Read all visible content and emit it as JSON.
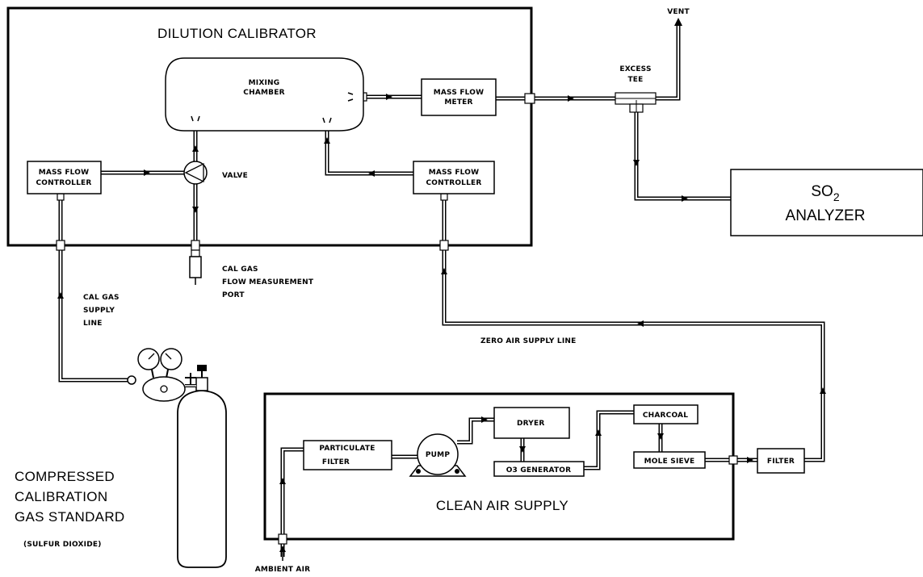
{
  "labels": {
    "dilution_calibrator": "DILUTION  CALIBRATOR",
    "mixing_chamber_l1": "MIXING",
    "mixing_chamber_l2": "CHAMBER",
    "mass_flow_meter_l1": "MASS FLOW",
    "mass_flow_meter_l2": "METER",
    "vent": "VENT",
    "excess_tee_l1": "EXCESS",
    "excess_tee_l2": "TEE",
    "mfc_left_l1": "MASS FLOW",
    "mfc_left_l2": "CONTROLLER",
    "valve": "VALVE",
    "mfc_right_l1": "MASS FLOW",
    "mfc_right_l2": "CONTROLLER",
    "analyzer_l1": "SO",
    "analyzer_sub": "2",
    "analyzer_l2": "ANALYZER",
    "cal_port_l1": "CAL GAS",
    "cal_port_l2": "FLOW MEASUREMENT",
    "cal_port_l3": "PORT",
    "cal_supply_l1": "CAL GAS",
    "cal_supply_l2": "SUPPLY",
    "cal_supply_l3": "LINE",
    "zero_air_line": "ZERO AIR SUPPLY LINE",
    "particulate_l1": "PARTICULATE",
    "particulate_l2": "FILTER",
    "pump": "PUMP",
    "dryer": "DRYER",
    "charcoal": "CHARCOAL",
    "o3_generator": "O3 GENERATOR",
    "mole_sieve": "MOLE SIEVE",
    "filter": "FILTER",
    "clean_air_supply": "CLEAN AIR SUPPLY",
    "compressed_l1": "COMPRESSED",
    "compressed_l2": "CALIBRATION",
    "compressed_l3": "GAS STANDARD",
    "sulfur_dioxide": "(SULFUR DIOXIDE)",
    "ambient_air": "AMBIENT AIR"
  }
}
